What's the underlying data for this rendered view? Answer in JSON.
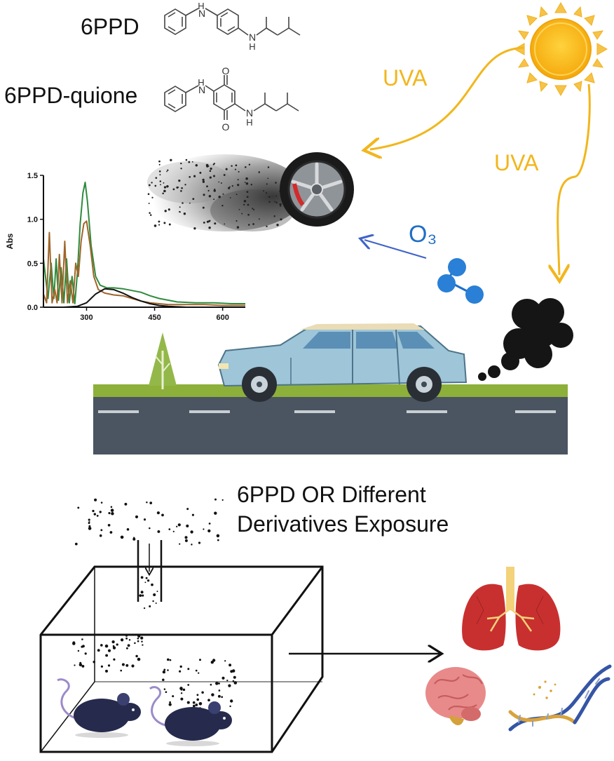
{
  "molecules": {
    "a_name": "6PPD",
    "b_name": "6PPD-quione",
    "nh_label": "H",
    "n_label": "N",
    "o_label": "O"
  },
  "arrows": {
    "uva_1": "UVA",
    "uva_2": "UVA",
    "ozone": "O₃"
  },
  "exposure": {
    "line1": "6PPD OR Different",
    "line2": "Derivatives Exposure"
  },
  "colors": {
    "uva_arrow": "#f2b61c",
    "ozone_arrow": "#3f63c8",
    "ozone_label": "#1f6fc4",
    "sun": "#f6b70f",
    "road": "#4a5561",
    "grass": "#8db03a",
    "car_body": "#9ec5d8",
    "car_roof": "#e9dcb6",
    "mouse": "#262b4d",
    "lung": "#c8302f",
    "brain": "#e88a8a"
  },
  "chart_data": {
    "type": "line",
    "title": "",
    "xlabel": "",
    "ylabel": "Abs",
    "xlim": [
      205,
      650
    ],
    "ylim": [
      0,
      1.5
    ],
    "xticks": [
      300,
      450,
      600
    ],
    "yticks": [
      0.0,
      0.5,
      1.0,
      1.5
    ],
    "grid": false,
    "series": [
      {
        "color": "#2e8b3d",
        "x": [
          205,
          215,
          222,
          228,
          233,
          238,
          244,
          250,
          256,
          262,
          268,
          274,
          280,
          286,
          292,
          297,
          302,
          310,
          320,
          330,
          345,
          360,
          380,
          400,
          420,
          440,
          460,
          480,
          500,
          540,
          580,
          620,
          650
        ],
        "y": [
          0.55,
          0.1,
          0.5,
          0.1,
          0.55,
          0.08,
          0.45,
          0.05,
          0.55,
          0.05,
          0.35,
          0.04,
          0.4,
          0.95,
          1.3,
          1.42,
          1.2,
          0.7,
          0.35,
          0.25,
          0.22,
          0.22,
          0.21,
          0.19,
          0.17,
          0.13,
          0.1,
          0.08,
          0.06,
          0.05,
          0.05,
          0.04,
          0.04
        ]
      },
      {
        "color": "#a0652a",
        "x": [
          205,
          212,
          218,
          224,
          230,
          235,
          240,
          246,
          252,
          258,
          264,
          270,
          276,
          282,
          288,
          294,
          300,
          308,
          316,
          326,
          340,
          360,
          380,
          400,
          420,
          440,
          460,
          480,
          520,
          560,
          600,
          650
        ],
        "y": [
          0.15,
          0.05,
          0.85,
          0.05,
          0.2,
          0.05,
          0.6,
          0.05,
          0.75,
          0.05,
          0.3,
          0.05,
          0.5,
          0.35,
          0.75,
          0.95,
          0.98,
          0.7,
          0.35,
          0.2,
          0.16,
          0.14,
          0.13,
          0.1,
          0.07,
          0.05,
          0.04,
          0.03,
          0.03,
          0.03,
          0.02,
          0.02
        ]
      },
      {
        "color": "#111111",
        "x": [
          205,
          250,
          280,
          300,
          320,
          340,
          360,
          380,
          400,
          420,
          440,
          460,
          480,
          520,
          560,
          600,
          650
        ],
        "y": [
          0.0,
          0.0,
          0.01,
          0.05,
          0.15,
          0.21,
          0.2,
          0.16,
          0.11,
          0.07,
          0.04,
          0.02,
          0.01,
          0.0,
          0.0,
          0.0,
          0.0
        ]
      }
    ]
  }
}
